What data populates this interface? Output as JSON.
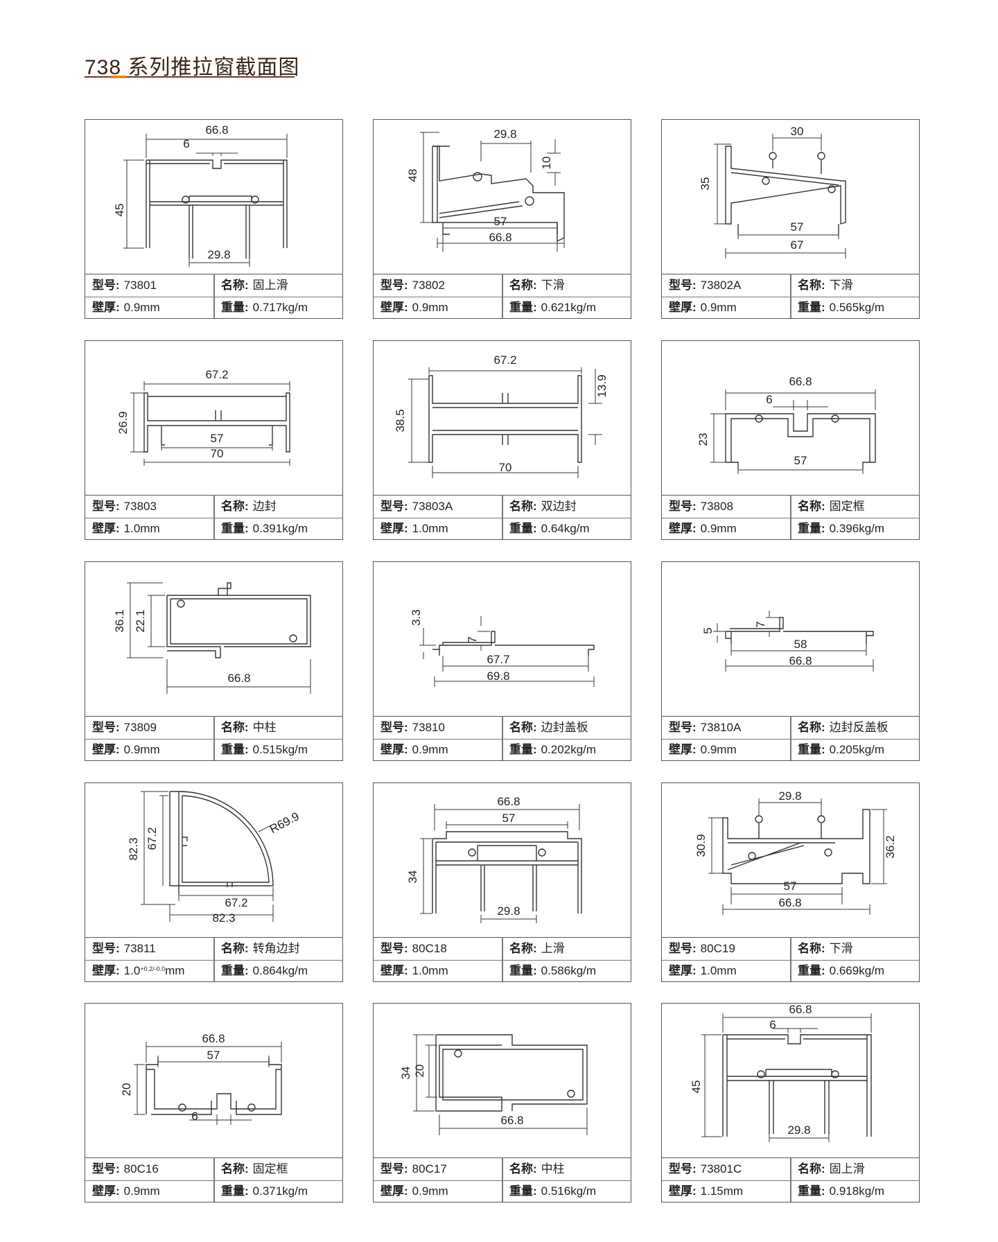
{
  "page": {
    "title": "738 系列推拉窗截面图",
    "accent_color": "#e38b1f",
    "title_color": "#3a2418"
  },
  "labels": {
    "model": "型号:",
    "name": "名称:",
    "wall": "壁厚:",
    "weight": "重量:"
  },
  "profiles": [
    {
      "model": "73801",
      "name": "固上滑",
      "wall": "0.9mm",
      "weight": "0.717kg/m",
      "dims": {
        "width": "66.8",
        "notch": "6",
        "height": "45",
        "bottom": "29.8"
      }
    },
    {
      "model": "73802",
      "name": "下滑",
      "wall": "0.9mm",
      "weight": "0.621kg/m",
      "dims": {
        "top": "29.8",
        "height": "48",
        "step": "10",
        "inner": "57",
        "width": "66.8"
      }
    },
    {
      "model": "73802A",
      "name": "下滑",
      "wall": "0.9mm",
      "weight": "0.565kg/m",
      "dims": {
        "top": "30",
        "height": "35",
        "inner": "57",
        "width": "67"
      }
    },
    {
      "model": "73803",
      "name": "边封",
      "wall": "1.0mm",
      "weight": "0.391kg/m",
      "dims": {
        "top": "67.2",
        "height": "26.9",
        "inner": "57",
        "width": "70"
      }
    },
    {
      "model": "73803A",
      "name": "双边封",
      "wall": "1.0mm",
      "weight": "0.64kg/m",
      "dims": {
        "top": "67.2",
        "height": "38.5",
        "half": "13.9",
        "width": "70"
      }
    },
    {
      "model": "73808",
      "name": "固定框",
      "wall": "0.9mm",
      "weight": "0.396kg/m",
      "dims": {
        "width": "66.8",
        "notch": "6",
        "height": "23",
        "inner": "57"
      }
    },
    {
      "model": "73809",
      "name": "中柱",
      "wall": "0.9mm",
      "weight": "0.515kg/m",
      "dims": {
        "outer": "36.1",
        "inner_h": "22.1",
        "width": "66.8"
      }
    },
    {
      "model": "73810",
      "name": "边封盖板",
      "wall": "0.9mm",
      "weight": "0.202kg/m",
      "dims": {
        "lip": "3.3",
        "step": "7",
        "inner": "67.7",
        "width": "69.8"
      }
    },
    {
      "model": "73810A",
      "name": "边封反盖板",
      "wall": "0.9mm",
      "weight": "0.205kg/m",
      "dims": {
        "lip": "5",
        "step": "7",
        "inner": "58",
        "width": "66.8"
      }
    },
    {
      "model": "73811",
      "name": "转角边封",
      "wall": "1.0",
      "wall_tol_top": "+0.2",
      "wall_tol_bottom": "-0.0",
      "wall_unit": "mm",
      "weight": "0.864kg/m",
      "dims": {
        "height": "82.3",
        "inner_h": "67.2",
        "radius": "R69.9",
        "inner_w": "67.2",
        "width": "82.3"
      }
    },
    {
      "model": "80C18",
      "name": "上滑",
      "wall": "1.0mm",
      "weight": "0.586kg/m",
      "dims": {
        "width": "66.8",
        "inner": "57",
        "height": "34",
        "bottom": "29.8"
      }
    },
    {
      "model": "80C19",
      "name": "下滑",
      "wall": "1.0mm",
      "weight": "0.669kg/m",
      "dims": {
        "top": "29.8",
        "left_h": "30.9",
        "right_h": "36.2",
        "inner": "57",
        "width": "66.8"
      }
    },
    {
      "model": "80C16",
      "name": "固定框",
      "wall": "0.9mm",
      "weight": "0.371kg/m",
      "dims": {
        "width": "66.8",
        "inner": "57",
        "height": "20",
        "notch": "6"
      }
    },
    {
      "model": "80C17",
      "name": "中柱",
      "wall": "0.9mm",
      "weight": "0.516kg/m",
      "dims": {
        "outer": "34",
        "inner_h": "20",
        "width": "66.8"
      }
    },
    {
      "model": "73801C",
      "name": "固上滑",
      "wall": "1.15mm",
      "weight": "0.918kg/m",
      "dims": {
        "width": "66.8",
        "notch": "6",
        "height": "45",
        "bottom": "29.8"
      }
    }
  ]
}
